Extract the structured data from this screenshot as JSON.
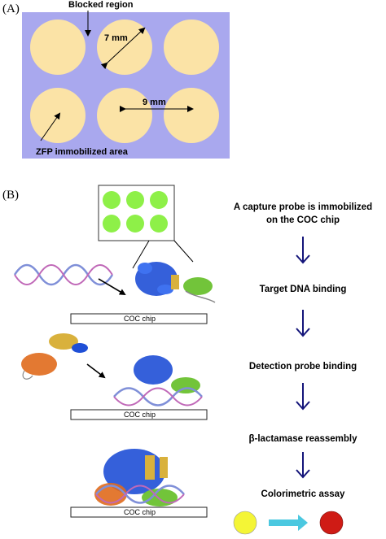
{
  "panel_a": {
    "label": "(A)",
    "blocked_region_label": "Blocked region",
    "spot_diameter_label": "7 mm",
    "spot_spacing_label": "9 mm",
    "immobilized_area_label": "ZFP immobilized area",
    "colors": {
      "plate": "#a9a8ee",
      "spot": "#fbe3a6"
    }
  },
  "panel_b": {
    "label": "(B)",
    "chip_label": "COC chip",
    "steps": [
      {
        "line1": "A capture probe is immobilized",
        "line2": "on the COC chip"
      },
      {
        "line1": "Target DNA binding",
        "line2": ""
      },
      {
        "line1": "Detection probe binding",
        "line2": ""
      },
      {
        "line1": "β-lactamase reassembly",
        "line2": ""
      },
      {
        "line1": "Colorimetric assay",
        "line2": ""
      }
    ],
    "colors": {
      "mini_chip_spot": "#8ef048",
      "arrow": "#14157a",
      "before_color": "#f4f536",
      "after_color": "#cf1b15",
      "transition_arrow": "#4bc8e0",
      "protein_blue": "#1f4fd6",
      "protein_green": "#72c43a",
      "protein_orange": "#e06a1c",
      "dna": "#7f8fd8"
    }
  }
}
